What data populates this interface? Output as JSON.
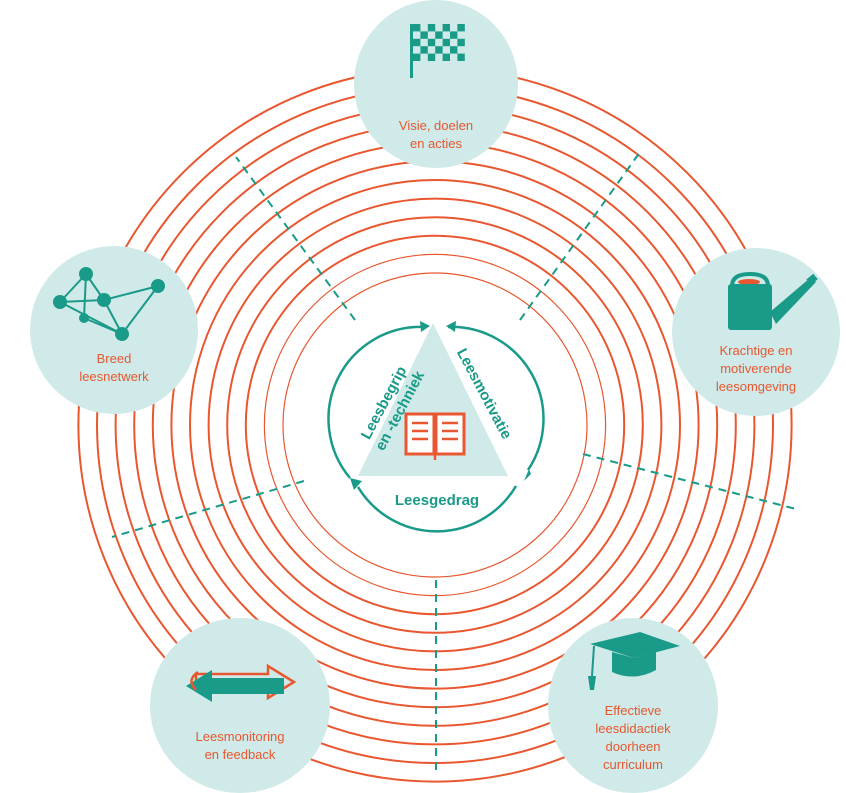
{
  "diagram": {
    "colors": {
      "ring": "#e8572f",
      "teal": "#1a9a88",
      "circle_fill": "#cfeae8",
      "label": "#e8572f",
      "icon_dark": "#1a9a88"
    },
    "nodes": [
      {
        "id": "visie",
        "label": "Visie, doelen\nen acties",
        "icon": "checkered-flag-icon"
      },
      {
        "id": "krachtige",
        "label": "Krachtige en\nmotiverende\nleesomgeving",
        "icon": "watering-can-icon"
      },
      {
        "id": "effectieve",
        "label": "Effectieve\nleesdidactiek\ndoorheen\ncurriculum",
        "icon": "graduation-cap-icon"
      },
      {
        "id": "leesmonitoring",
        "label": "Leesmonitoring\nen feedback",
        "icon": "two-way-arrow-icon"
      },
      {
        "id": "breed",
        "label": "Breed\nleesnetwerk",
        "icon": "network-icon"
      }
    ],
    "center": {
      "left_text": "Leesbegrip",
      "left_text_2": "en -techniek",
      "right_text": "Leesmotivatie",
      "bottom_text": "Leesgedrag",
      "icon": "open-book-icon"
    }
  }
}
